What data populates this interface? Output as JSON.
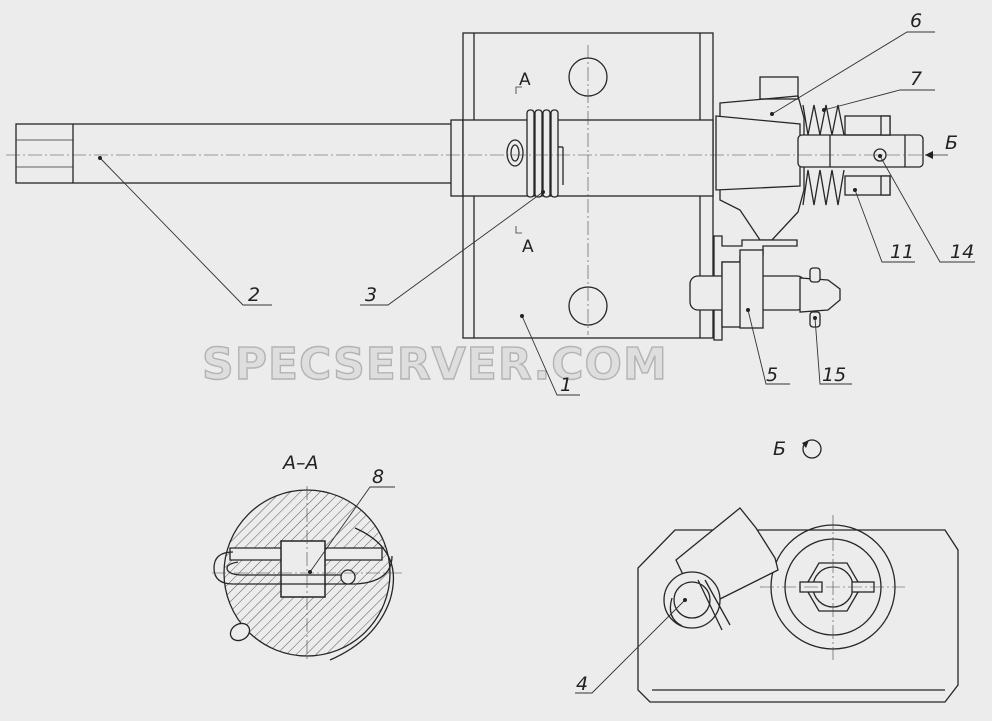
{
  "callouts": [
    {
      "label": "6"
    },
    {
      "label": "7"
    },
    {
      "label": "Б"
    },
    {
      "label": "11"
    },
    {
      "label": "14"
    },
    {
      "label": "2"
    },
    {
      "label": "3"
    },
    {
      "label": "1"
    },
    {
      "label": "5"
    },
    {
      "label": "15"
    },
    {
      "label": "8"
    },
    {
      "label": "4"
    }
  ],
  "section_marks": {
    "top": "A",
    "bottom": "A"
  },
  "section_titles": {
    "aa": "А–А",
    "b": "Б"
  },
  "watermark": "SPECSERVER.COM"
}
